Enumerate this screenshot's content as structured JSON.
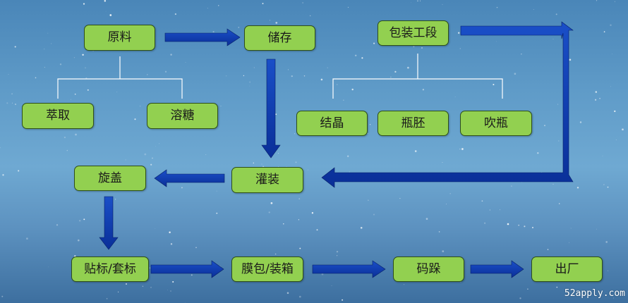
{
  "nodes": {
    "yuanliao": "原料",
    "chucun": "储存",
    "baozhuang": "包装工段",
    "cuiqu": "萃取",
    "rongtang": "溶糖",
    "jiejing": "结晶",
    "pingpei": "瓶胚",
    "chuiping": "吹瓶",
    "xuangai": "旋盖",
    "guanzhuang": "灌装",
    "tiebiao": "贴标/套标",
    "mobao": "膜包/装箱",
    "maduo": "码跺",
    "chuchang": "出厂"
  },
  "watermark": "52apply.com",
  "colors": {
    "node_fill": "#92d050",
    "arrow": "#0a3aa8",
    "bracket": "#ffffff"
  }
}
